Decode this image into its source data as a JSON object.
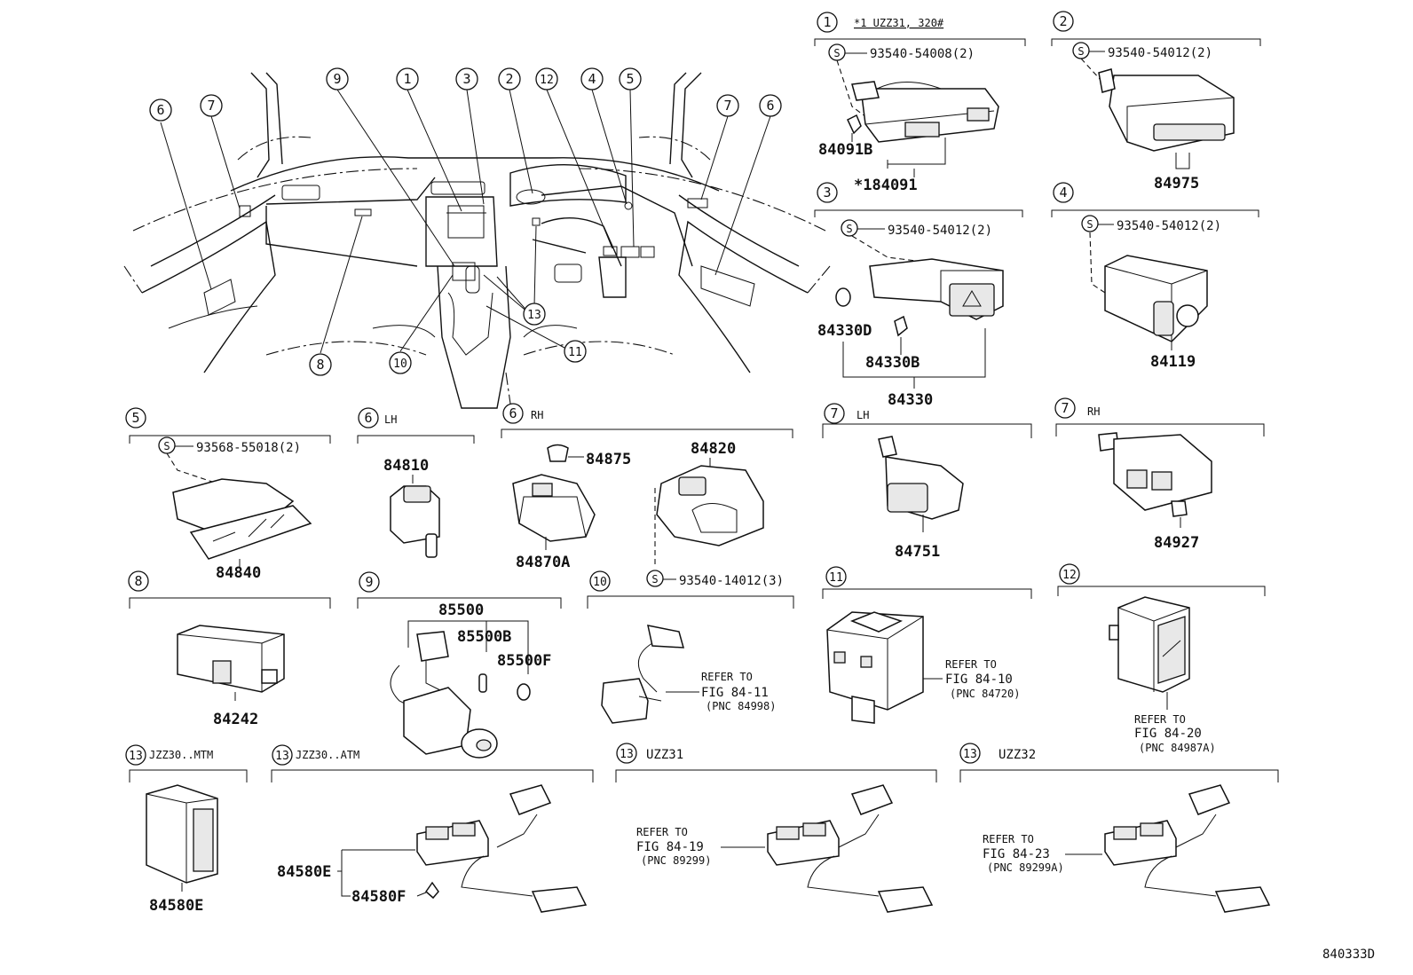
{
  "figure_code": "840333D",
  "note": "*1 UZZ31, 320#",
  "fig_ref_prefix": "REFER TO",
  "overview": {
    "callouts": [
      "6",
      "7",
      "9",
      "1",
      "3",
      "2",
      "12",
      "4",
      "5",
      "7",
      "6",
      "8",
      "10",
      "13",
      "11"
    ]
  },
  "sections": [
    {
      "num": "1",
      "note": "*1 UZZ31, 320#",
      "screw": "93540-54008(2)",
      "parts": [
        "84091B",
        "*184091"
      ]
    },
    {
      "num": "2",
      "screw": "93540-54012(2)",
      "parts": [
        "84975"
      ]
    },
    {
      "num": "3",
      "screw": "93540-54012(2)",
      "parts": [
        "84330D",
        "84330B",
        "84330"
      ]
    },
    {
      "num": "4",
      "screw": "93540-54012(2)",
      "parts": [
        "84119"
      ]
    },
    {
      "num": "5",
      "screw": "93568-55018(2)",
      "parts": [
        "84840"
      ]
    },
    {
      "num": "6",
      "side": "LH",
      "parts": [
        "84810"
      ]
    },
    {
      "num": "6",
      "side": "RH",
      "screw": "93540-14012(3)",
      "parts": [
        "84875",
        "84870A",
        "84820"
      ]
    },
    {
      "num": "7",
      "side": "LH",
      "parts": [
        "84751"
      ]
    },
    {
      "num": "7",
      "side": "RH",
      "parts": [
        "84927"
      ]
    },
    {
      "num": "8",
      "parts": [
        "84242"
      ]
    },
    {
      "num": "9",
      "parts": [
        "85500",
        "85500B",
        "85500F"
      ]
    },
    {
      "num": "10",
      "refer": {
        "fig": "FIG 84-11",
        "pnc": "(PNC 84998)"
      }
    },
    {
      "num": "11",
      "refer": {
        "fig": "FIG 84-10",
        "pnc": "(PNC 84720)"
      }
    },
    {
      "num": "12",
      "refer": {
        "fig": "FIG 84-20",
        "pnc": "(PNC 84987A)"
      }
    },
    {
      "num": "13",
      "variant": "JZZ30..MTM",
      "parts": [
        "84580E"
      ]
    },
    {
      "num": "13",
      "variant": "JZZ30..ATM",
      "parts": [
        "84580E",
        "84580F"
      ]
    },
    {
      "num": "13",
      "variant": "UZZ31",
      "refer": {
        "fig": "FIG 84-19",
        "pnc": "(PNC 89299)"
      }
    },
    {
      "num": "13",
      "variant": "UZZ32",
      "refer": {
        "fig": "FIG 84-23",
        "pnc": "(PNC 89299A)"
      }
    }
  ],
  "screw_symbol": "S"
}
